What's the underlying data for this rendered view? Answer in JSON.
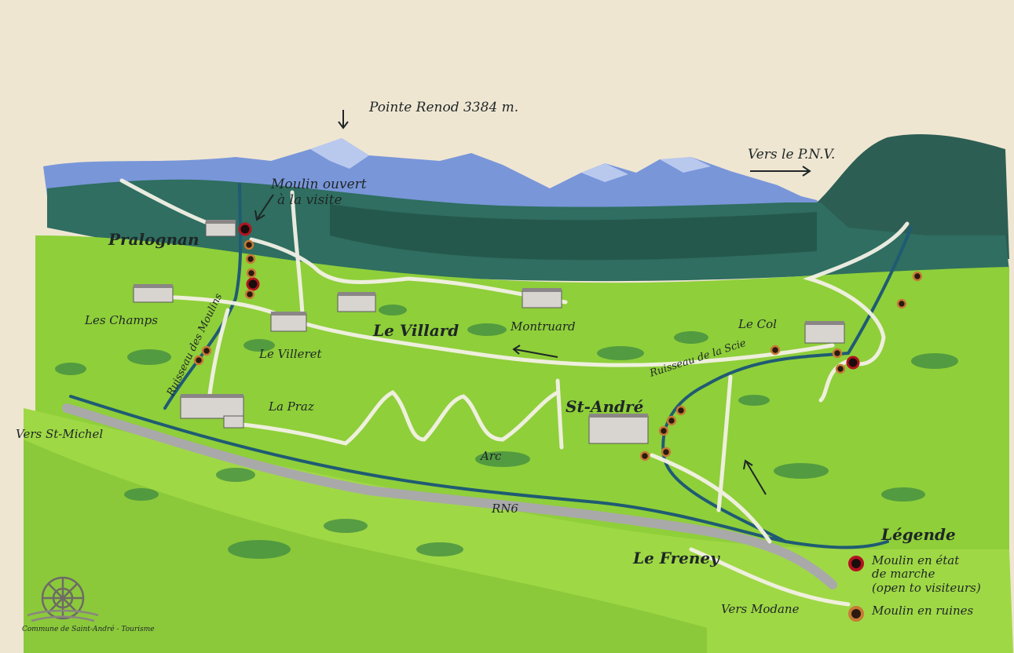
{
  "summit": {
    "label": "Pointe Renod 3384 m."
  },
  "directions": {
    "pnv": "Vers le P.N.V.",
    "st_michel": "Vers St-Michel",
    "modane": "Vers Modane"
  },
  "callout": {
    "line1": "Moulin ouvert",
    "line2": "à la visite"
  },
  "villages": {
    "pralognan": "Pralognan",
    "les_champs": "Les Champs",
    "le_villeret": "Le Villeret",
    "le_villard": "Le Villard",
    "montruard": "Montruard",
    "le_col": "Le Col",
    "la_praz": "La Praz",
    "st_andre": "St-André",
    "le_freney": "Le Freney"
  },
  "waterways": {
    "moulins": "Ruisseau des Moulins",
    "scie": "Ruisseau de la Scie",
    "arc": "Arc"
  },
  "roads": {
    "rn6": "RN6"
  },
  "legend": {
    "title": "Légende",
    "working": [
      "Moulin en état",
      "de marche",
      "(open to visiteurs)"
    ],
    "ruins": "Moulin en ruines",
    "working_color": "#b3131f",
    "ruins_color": "#8a4a1c"
  },
  "footer": {
    "credit": "Commune de Saint-André - Tourisme"
  },
  "icons": {
    "logo": "water-wheel-icon"
  },
  "colors": {
    "paper": "#efe6d2",
    "mountains": "#6f8fd6",
    "forest": "#2f6e60",
    "meadow": "#8fcf3a",
    "river": "#1f5b73",
    "road": "#a8a8a8"
  }
}
